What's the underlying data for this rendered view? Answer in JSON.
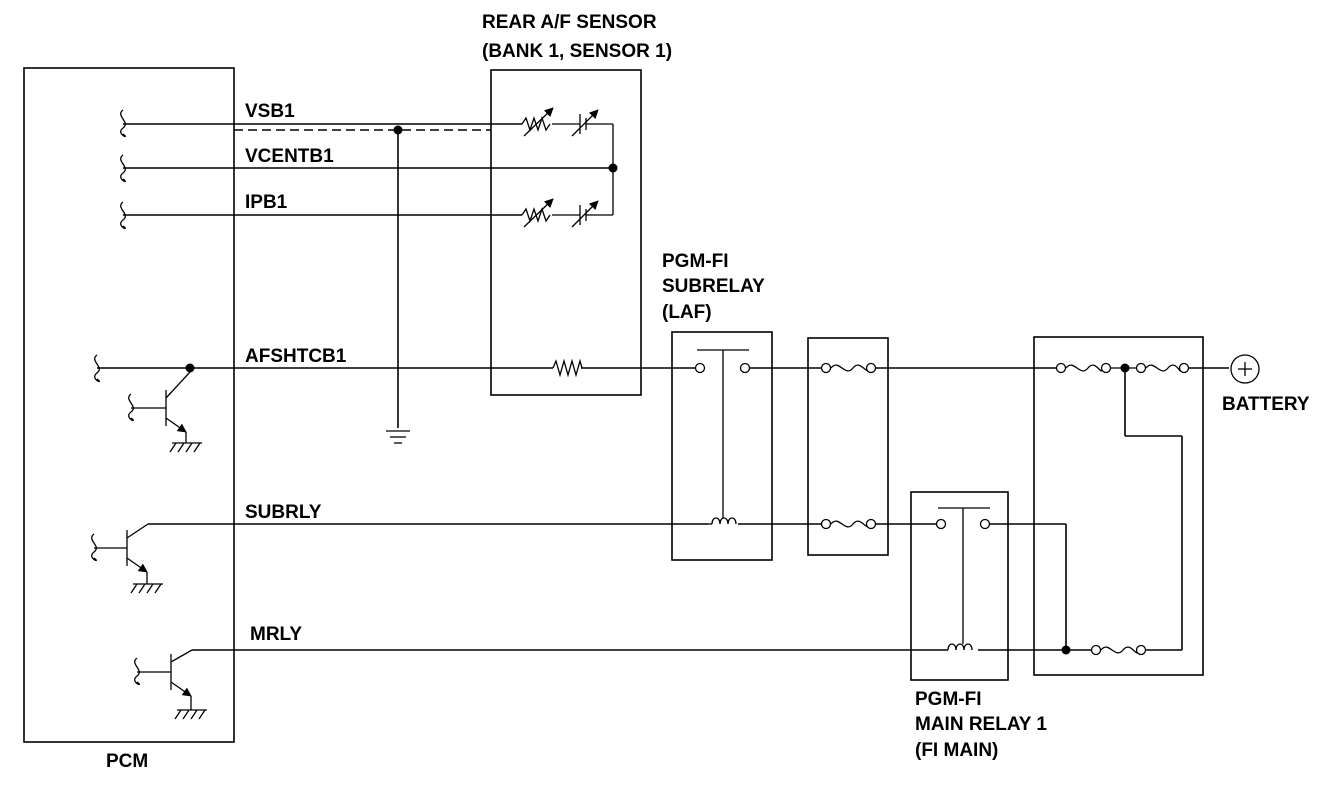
{
  "components": {
    "pcm": "PCM",
    "sensor_title_1": "REAR A/F SENSOR",
    "sensor_title_2": "(BANK 1, SENSOR 1)",
    "subrelay_1": "PGM-FI",
    "subrelay_2": "SUBRELAY",
    "subrelay_3": "(LAF)",
    "mainrelay_1": "PGM-FI",
    "mainrelay_2": "MAIN RELAY 1",
    "mainrelay_3": "(FI MAIN)",
    "battery": "BATTERY"
  },
  "signals": {
    "vsb1": "VSB1",
    "vcentb1": "VCENTB1",
    "ipb1": "IPB1",
    "afshtcb1": "AFSHTCB1",
    "subrly": "SUBRLY",
    "mrly": "MRLY"
  }
}
